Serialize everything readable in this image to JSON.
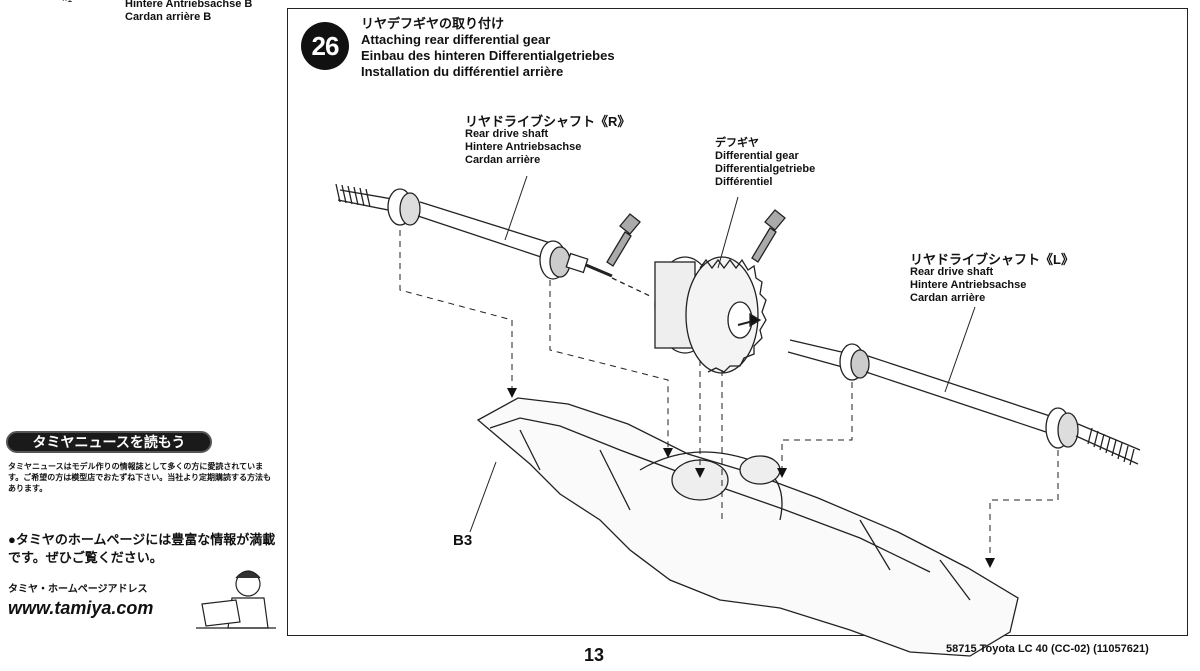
{
  "top_left": {
    "mark": "×1",
    "lines": [
      "Hintere Antriebsachse B",
      "Cardan arrière B"
    ]
  },
  "step": {
    "number": "26",
    "title_jp": "リヤデフギヤの取り付け",
    "title_en": "Attaching rear differential gear",
    "title_de": "Einbau des hinteren Differentialgetriebes",
    "title_fr": "Installation du différentiel arrière"
  },
  "parts": {
    "shaft_r": {
      "jp": "リヤドライブシャフト《R》",
      "en": "Rear drive shaft",
      "de": "Hintere Antriebsachse",
      "fr": "Cardan arrière"
    },
    "diff_gear": {
      "jp": "デフギヤ",
      "en": "Differential gear",
      "de": "Differentialgetriebe",
      "fr": "Différentiel"
    },
    "shaft_l": {
      "jp": "リヤドライブシャフト《L》",
      "en": "Rear drive shaft",
      "de": "Hintere Antriebsachse",
      "fr": "Cardan arrière"
    },
    "b3": "B3"
  },
  "sidebar": {
    "news_badge": "タミヤニュースを読もう",
    "news_text": "タミヤニュースはモデル作りの情報誌として多くの方に愛読されています。ご希望の方は模型店でおたずね下さい。当社より定期購読する方法もあります。",
    "home_text": "●タミヤのホームページには豊富な情報が満載です。ぜひご覧ください。",
    "address_label": "タミヤ・ホームページアドレス",
    "url": "www.tamiya.com"
  },
  "footer": {
    "page_number": "13",
    "product_id": "58715 Toyota LC 40 (CC-02) (11057621)"
  }
}
